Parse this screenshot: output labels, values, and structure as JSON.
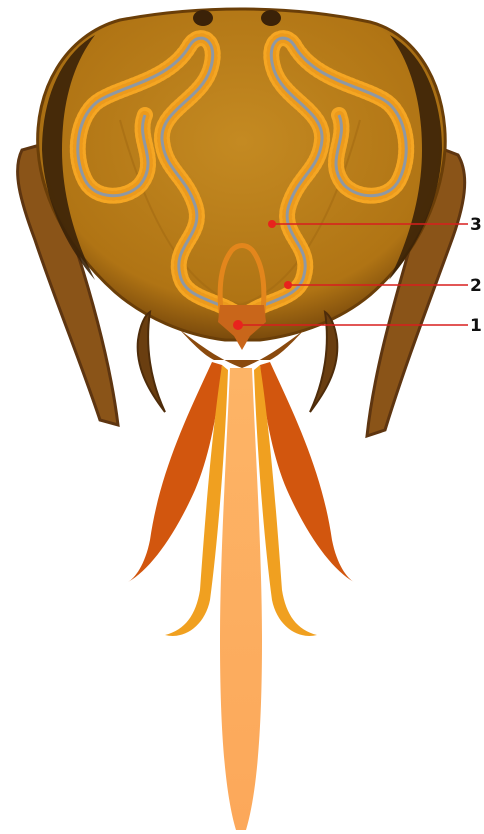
{
  "colors": {
    "head": "#B87C1A",
    "head_dark": "#8A560E",
    "head_edge": "#5A3308",
    "antenna": "#8A5418",
    "antenna_dark": "#5E3510",
    "eye": "#3B2208",
    "gland_tube": "#8E98A4",
    "gland_acini": "#F5A623",
    "mandible": "#D2560E",
    "maxilla": "#F0A020",
    "tongue": "#FDB064",
    "callout_line": "#D81E1E",
    "callout_dot": "#E8231D"
  },
  "callouts": [
    {
      "label": "3",
      "icon": "label-pointer"
    },
    {
      "label": "2",
      "icon": "label-pointer"
    },
    {
      "label": "1",
      "icon": "label-pointer"
    }
  ]
}
